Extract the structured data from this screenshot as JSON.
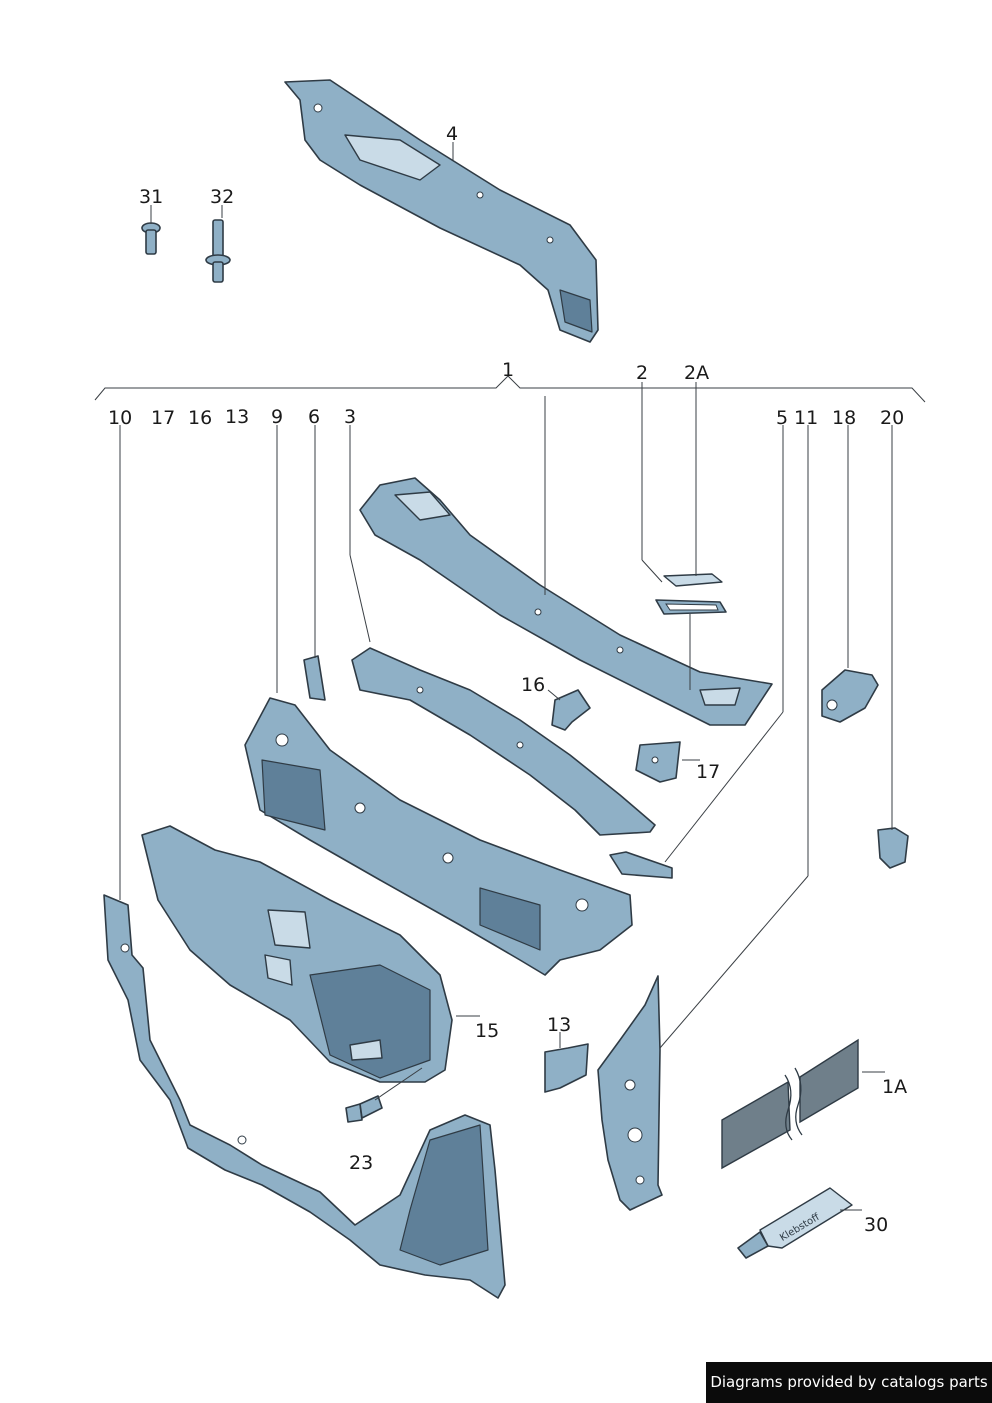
{
  "callouts": {
    "c4": "4",
    "c31": "31",
    "c32": "32",
    "c1": "1",
    "c2": "2",
    "c2a": "2A",
    "c10": "10",
    "c17a": "17",
    "c16a": "16",
    "c13a": "13",
    "c9": "9",
    "c6": "6",
    "c3": "3",
    "c5": "5",
    "c11": "11",
    "c18": "18",
    "c20": "20",
    "c16b": "16",
    "c17b": "17",
    "c15": "15",
    "c13b": "13",
    "c1a": "1A",
    "c23": "23",
    "c30": "30"
  },
  "tube_label": "Klebstoff",
  "credit": "Diagrams provided by catalogs parts",
  "colors": {
    "part_fill": "#8fb0c6",
    "line": "#2f3b45",
    "credit_bg": "#0b0b0b"
  }
}
